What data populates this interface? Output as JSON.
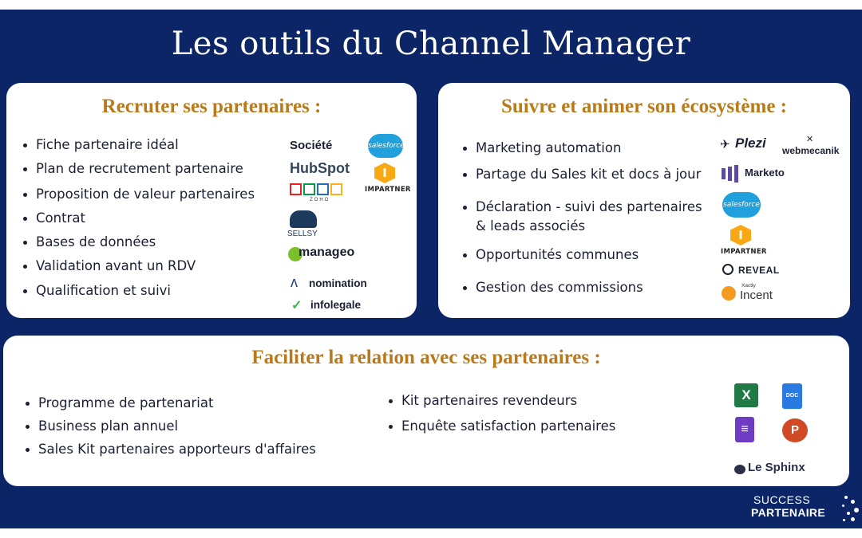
{
  "title": "Les outils du Channel Manager",
  "recruit": {
    "title": "Recruter ses partenaires :",
    "items": [
      "Fiche partenaire idéal",
      "Plan de recrutement partenaire",
      "Proposition de valeur partenaires",
      "Contrat",
      "Bases de données",
      "Validation avant un RDV",
      "Qualification et suivi"
    ],
    "logos": {
      "societe": "Société",
      "salesforce": "salesforce",
      "hubspot": "HubSpot",
      "impartner": "IMPARTNER",
      "zoho": "ZOHO",
      "sellsy": "SELLSY",
      "manageo": "manageo",
      "nomination": "nomination",
      "infolegale": "infolegale"
    }
  },
  "follow": {
    "title": "Suivre et animer son écosystème :",
    "items": [
      "Marketing automation",
      "Partage du Sales kit et docs à jour",
      "Déclaration - suivi des partenaires",
      "& leads associés",
      "Opportunités communes",
      "Gestion des commissions"
    ],
    "logos": {
      "plezi": "Plezi",
      "webmecanik": "webmecanik",
      "marketo": "Marketo",
      "salesforce": "salesforce",
      "impartner": "IMPARTNER",
      "reveal": "REVEAL",
      "xactly": "Xactly",
      "incent": "Incent"
    }
  },
  "facilitate": {
    "title": "Faciliter la relation avec ses partenaires :",
    "items_left": [
      "Programme de partenariat",
      "Business plan annuel",
      "Sales Kit partenaires apporteurs d'affaires"
    ],
    "items_right": [
      "Kit partenaires revendeurs",
      "Enquête satisfaction partenaires"
    ],
    "logos": {
      "excel": "X",
      "docs": "DOC",
      "forms": "≡",
      "powerpoint": "P",
      "lesphinx": "Le Sphinx"
    }
  },
  "brand": {
    "line1": "SUCCESS",
    "line2": "PARTENAIRE"
  },
  "colors": {
    "background": "#0b2566",
    "card": "#ffffff",
    "heading": "#b87a1b",
    "text": "#1b1f33"
  }
}
